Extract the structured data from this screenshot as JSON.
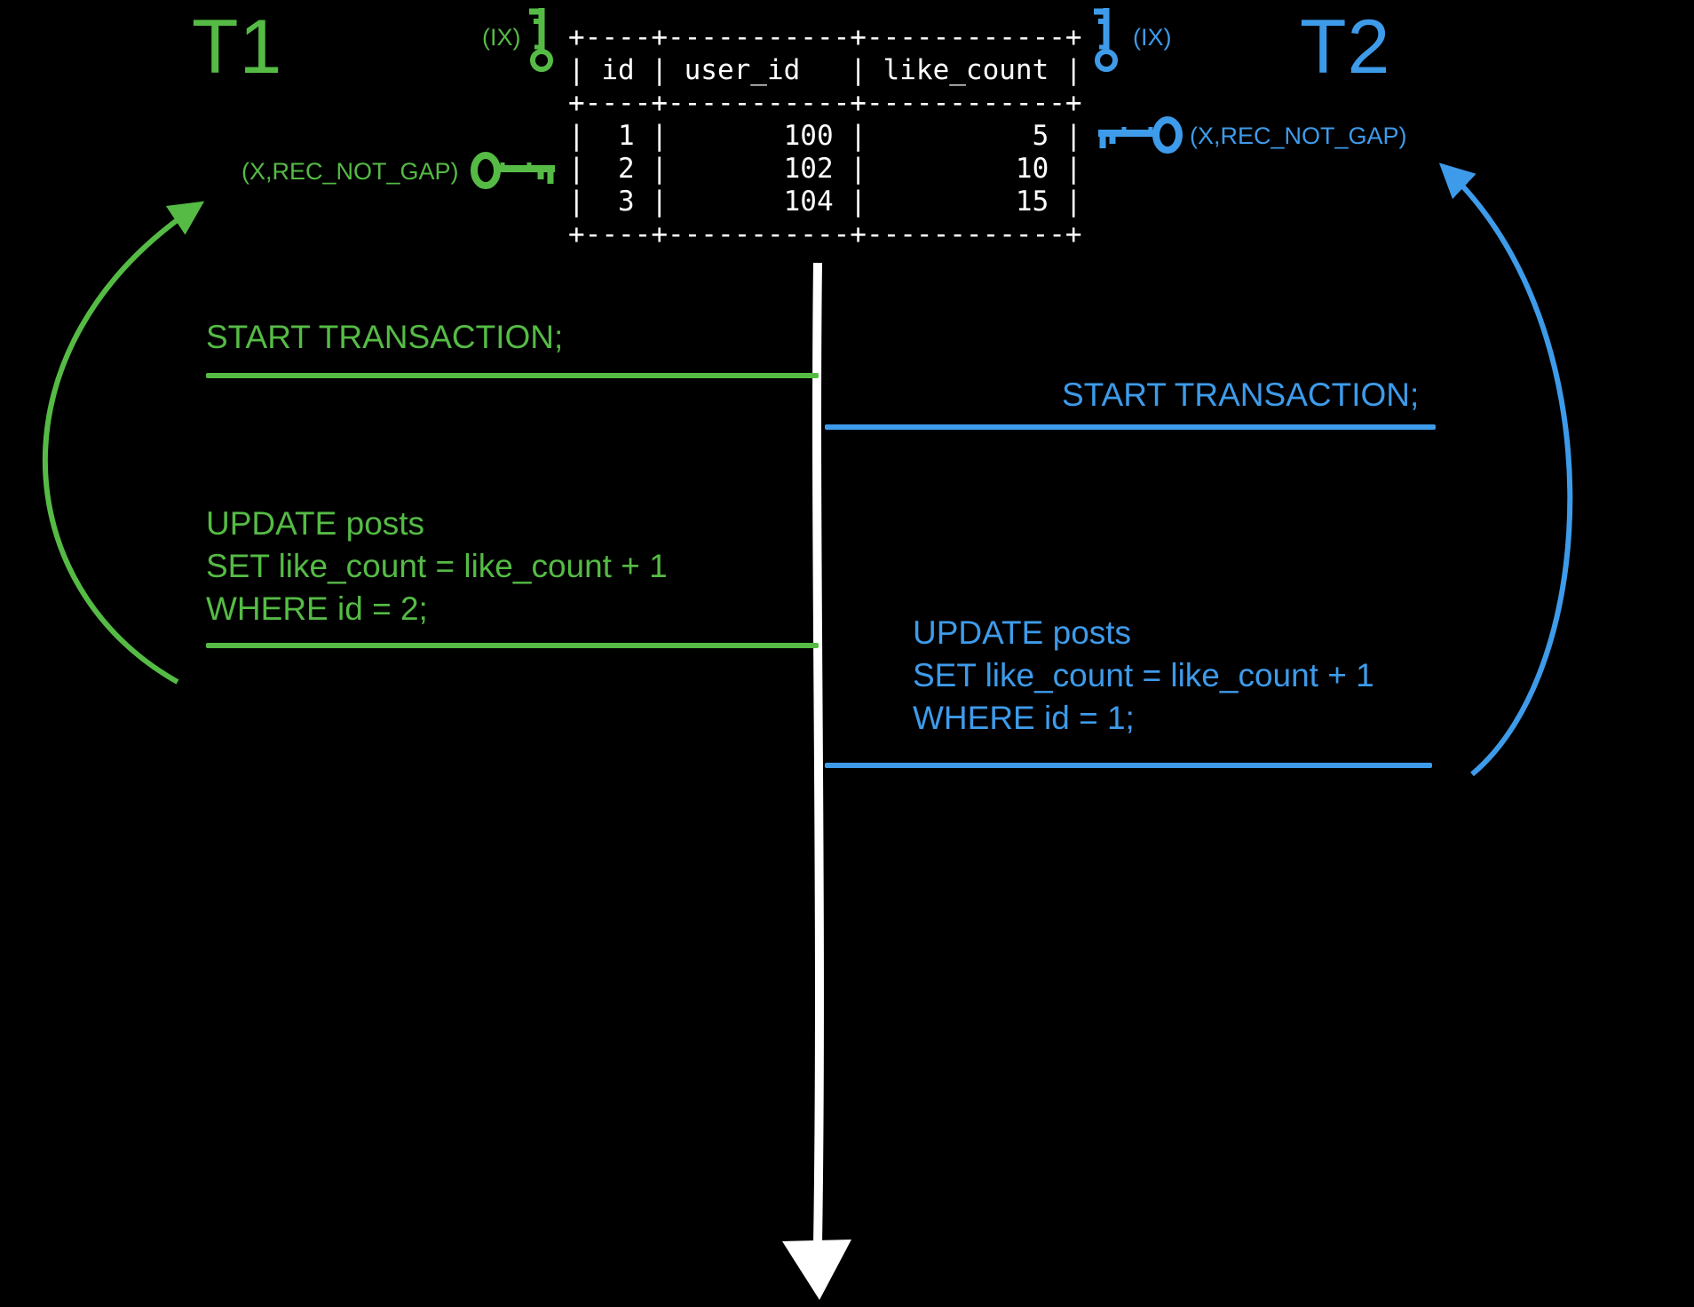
{
  "colors": {
    "background": "#000000",
    "t1_green": "#55bb45",
    "t2_blue": "#3e9bea",
    "timeline_white": "#ffffff"
  },
  "t1": {
    "title": "T1",
    "intent_lock_label": "(IX)",
    "record_lock_label": "(X,REC_NOT_GAP)",
    "start_statement": "START TRANSACTION;",
    "update_statement": "UPDATE posts\nSET like_count = like_count + 1\nWHERE id = 2;"
  },
  "t2": {
    "title": "T2",
    "intent_lock_label": "(IX)",
    "record_lock_label": "(X,REC_NOT_GAP)",
    "start_statement": "START TRANSACTION;",
    "update_statement": "UPDATE posts\nSET like_count = like_count + 1\nWHERE id = 1;"
  },
  "table": {
    "ascii": "+----+-----------+------------+\n| id | user_id   | like_count |\n+----+-----------+------------+\n|  1 |       100 |          5 |\n|  2 |       102 |         10 |\n|  3 |       104 |         15 |\n+----+-----------+------------+",
    "columns": [
      "id",
      "user_id",
      "like_count"
    ],
    "rows": [
      [
        "1",
        "100",
        "5"
      ],
      [
        "2",
        "102",
        "10"
      ],
      [
        "3",
        "104",
        "15"
      ]
    ]
  },
  "icons": {
    "t1_intent_key": "key-icon",
    "t2_intent_key": "key-icon",
    "t1_record_key": "key-icon",
    "t2_record_key": "key-icon",
    "timeline_arrow": "down-arrow-icon"
  }
}
